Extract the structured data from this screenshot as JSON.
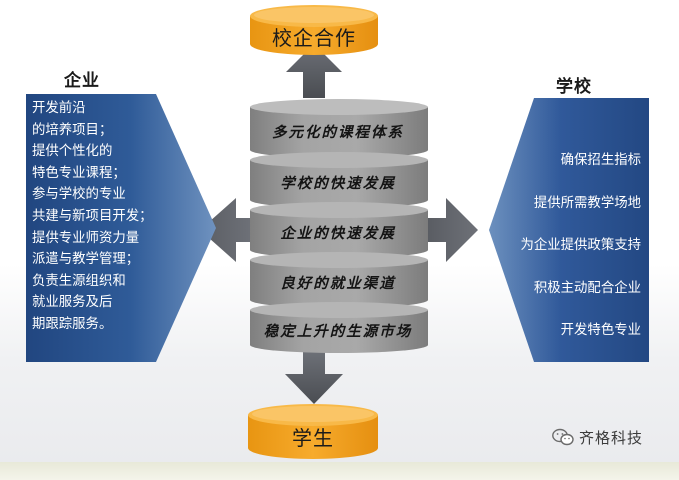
{
  "top_node": "校企合作",
  "bottom_node": "学生",
  "enterprise": {
    "heading": "企业",
    "lines": [
      "开发前沿",
      "的培养项目；",
      "提供个性化的",
      "特色专业课程；",
      "参与学校的专业",
      "共建与新项目开发；",
      "提供专业师资力量",
      "派遣与教学管理；",
      "负责生源组织和",
      "就业服务及后",
      "期跟踪服务。"
    ]
  },
  "school": {
    "heading": "学校",
    "lines": [
      "确保招生指标",
      "提供所需教学场地",
      "为企业提供政策支持",
      "积极主动配合企业",
      "开发特色专业"
    ]
  },
  "layers": [
    "多元化的课程体系",
    "学校的快速发展",
    "企业的快速发展",
    "良好的就业渠道",
    "稳定上升的生源市场"
  ],
  "brand": {
    "icon": "wechat-icon",
    "name": "齐格科技"
  },
  "colors": {
    "node_fill": "#f5a623",
    "panel_blue": "#2a4f8a",
    "cylinder_gray": "#8f8f8f",
    "arrow_gray": "#5b5e64"
  }
}
